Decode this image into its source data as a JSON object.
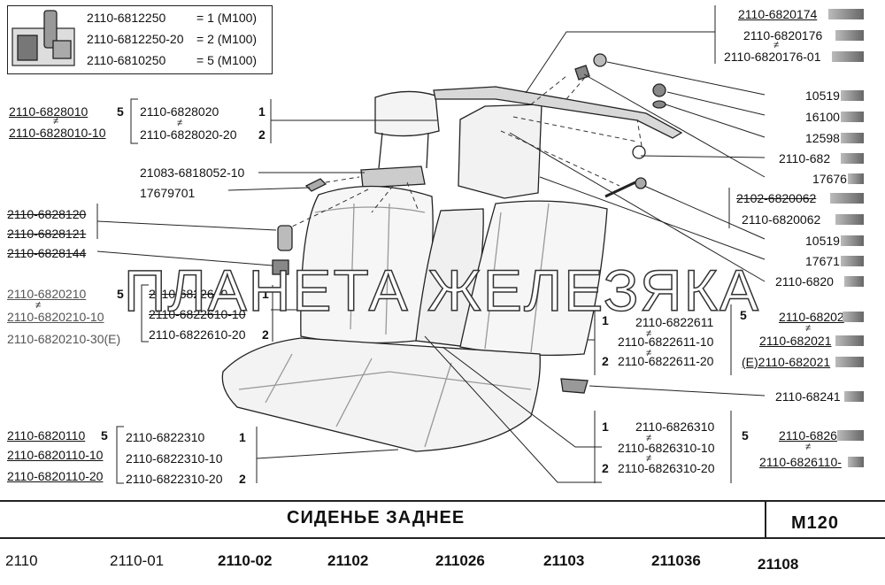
{
  "legend": {
    "rows": [
      {
        "code": "2110-6812250",
        "qty": "= 1 (М100)"
      },
      {
        "code": "2110-6812250-20",
        "qty": "= 2 (М100)"
      },
      {
        "code": "2110-6810250",
        "qty": "= 5 (М100)"
      }
    ]
  },
  "headrest": {
    "assy_a": "2110-6828010",
    "assy_qty": "5",
    "assy_b": "2110-6828010-10",
    "part_a": "2110-6828020",
    "qty_a": "1",
    "part_b": "2110-6828020-20",
    "qty_b": "2",
    "guide": "21083-6818052-10",
    "screw": "17679701"
  },
  "left_parts": {
    "p1": "2110-6828120",
    "p2": "2110-6828121",
    "p3": "2110-6828144"
  },
  "back_left": {
    "assy_a": "2110-6820210",
    "assy_qty": "5",
    "assy_b": "2110-6820210-10",
    "assy_c": "2110-6820210-30(E)",
    "part_a": "2110-6822610",
    "qty_a": "1",
    "part_b": "2110-6822610-10",
    "part_c": "2110-6822610-20",
    "qty_c": "2"
  },
  "cushion": {
    "assy_a": "2110-6820110",
    "assy_qty": "5",
    "assy_b": "2110-6820110-10",
    "assy_c": "2110-6820110-20",
    "part_a": "2110-6822310",
    "qty_a": "1",
    "part_b": "2110-6822310-10",
    "part_c": "2110-6822310-20",
    "qty_c": "2"
  },
  "top_right": {
    "a": "2110-6820174",
    "b": "2110-6820176",
    "c": "2110-6820176-01"
  },
  "right_labels": [
    "10519",
    "16100",
    "12598",
    "2110-682",
    "17676",
    "10519",
    "17671",
    "2110-6820"
  ],
  "right_pair": {
    "a": "2102-6820062",
    "b": "2110-6820062"
  },
  "back_right": {
    "qty_a": "1",
    "part_a": "2110-6822611",
    "part_b": "2110-6822611-10",
    "qty_c": "2",
    "part_c": "2110-6822611-20",
    "assy_qty": "5",
    "assy_a": "2110-68202",
    "assy_b": "2110-682021",
    "assy_c": "(E)2110-682021"
  },
  "clip": "2110-68241",
  "armrest": {
    "qty_a": "1",
    "part_a": "2110-6826310",
    "part_b": "2110-6826310-10",
    "qty_c": "2",
    "part_c": "2110-6826310-20",
    "assy_qty": "5",
    "assy_a": "2110-6826",
    "assy_b": "2110-6826110-"
  },
  "ne": "≠",
  "watermark": "ПЛАНЕТА ЖЕЛЕЗЯКА",
  "footer": {
    "title": "СИДЕНЬЕ  ЗАДНЕЕ",
    "code": "М120",
    "models": [
      "2110",
      "2110-01",
      "2110-02",
      "21102",
      "211026",
      "21103",
      "211036",
      "21108"
    ]
  }
}
